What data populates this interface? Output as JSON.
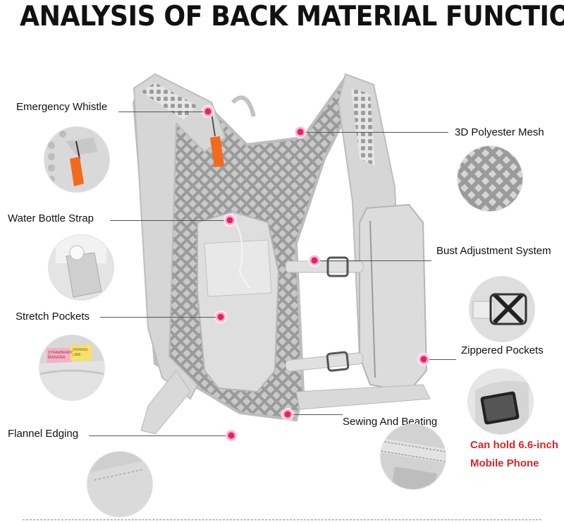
{
  "title": "ANALYSIS OF BACK MATERIAL FUNCTION",
  "labels": {
    "emergency_whistle": "Emergency Whistle",
    "water_bottle_strap": "Water Bottle Strap",
    "stretch_pockets": "Stretch Pockets",
    "flannel_edging": "Flannel Edging",
    "polyester_mesh": "3D Polyester Mesh",
    "bust_adjustment": "Bust Adjustment System",
    "zippered_pockets": "Zippered Pockets",
    "sewing_beating": "Sewing And Beating",
    "phone_line1": "Can hold 6.6-inch",
    "phone_line2": "Mobile Phone"
  },
  "thumb_text": {
    "tag_line1": "STRAWBERRY",
    "tag_line2": "BANANA",
    "tag2_line1": "ORANGE",
    "tag2_line2": "LIME"
  },
  "colors": {
    "accent_dot": "#e6206a",
    "highlight_text": "#e02424",
    "whistle": "#f26a1b",
    "vest": "#d4d4d4"
  }
}
